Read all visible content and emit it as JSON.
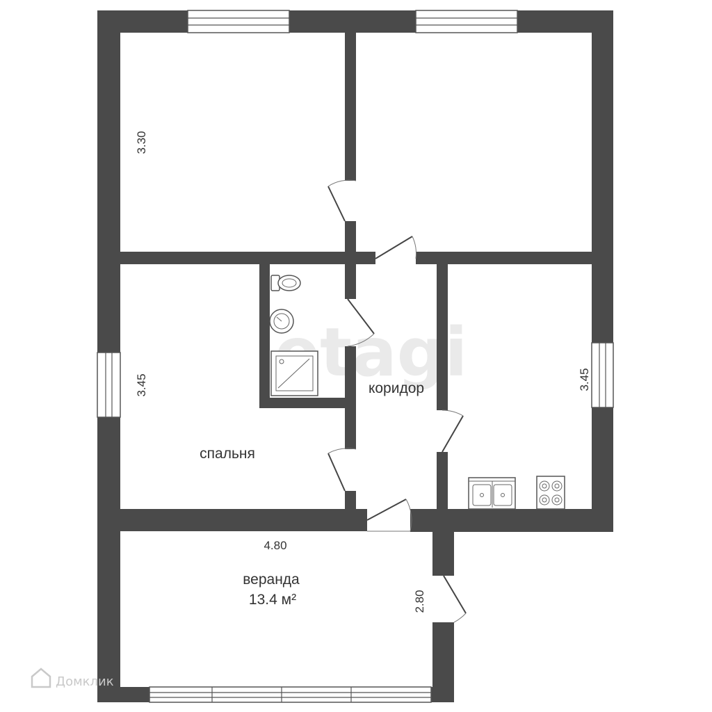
{
  "rooms": {
    "corridor": "коридор",
    "bedroom": "спальня",
    "veranda": "веранда",
    "veranda_area": "13.4 м²"
  },
  "dimensions": {
    "top_left_room_height": "3.30",
    "bedroom_height": "3.45",
    "kitchen_height": "3.45",
    "veranda_width": "4.80",
    "veranda_depth": "2.80"
  },
  "watermarks": {
    "etagi": "etagi",
    "domclick": "Домклик"
  },
  "colors": {
    "wall": "#4a4a4a",
    "background": "#ffffff",
    "text": "#333333"
  }
}
